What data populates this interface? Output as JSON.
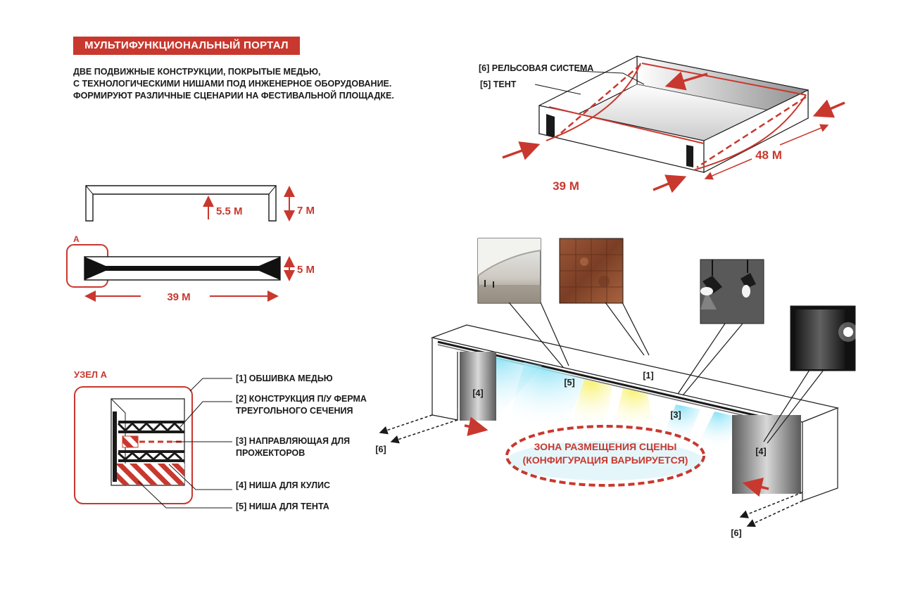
{
  "header": {
    "title": "МУЛЬТИФУНКЦИОНАЛЬНЫЙ ПОРТАЛ",
    "description": [
      "ДВЕ ПОДВИЖНЫЕ КОНСТРУКЦИИ, ПОКРЫТЫЕ МЕДЬЮ,",
      "С ТЕХНОЛОГИЧЕСКИМИ НИШАМИ ПОД ИНЖЕНЕРНОЕ ОБОРУДОВАНИЕ.",
      "ФОРМИРУЮТ РАЗЛИЧНЫЕ СЦЕНАРИИ НА ФЕСТИВАЛЬНОЙ ПЛОЩАДКЕ."
    ]
  },
  "elevation": {
    "inner_height": "5.5 М",
    "outer_height": "7 М",
    "plan_depth": "5 М",
    "plan_width": "39 М",
    "node_marker": "А"
  },
  "node_detail": {
    "title": "УЗЕЛ А",
    "legend": [
      [
        "[1] ОБШИВКА МЕДЬЮ"
      ],
      [
        "[2] КОНСТРУКЦИЯ П/У ФЕРМА",
        "ТРЕУГОЛЬНОГО СЕЧЕНИЯ"
      ],
      [
        "[3] НАПРАВЛЯЮЩАЯ ДЛЯ",
        "ПРОЖЕКТОРОВ"
      ],
      [
        "[4] НИША ДЛЯ КУЛИС"
      ],
      [
        "[5] НИША ДЛЯ ТЕНТА"
      ]
    ]
  },
  "axonometry": {
    "rail_label": "[6] РЕЛЬСОВАЯ СИСТЕМА",
    "tent_label": "[5] ТЕНТ",
    "length": "48 М",
    "width": "39 М"
  },
  "perspective": {
    "callouts": [
      "[1]",
      "[3]",
      "[4]",
      "[4]",
      "[5]",
      "[6]",
      "[6]"
    ],
    "stage_zone": [
      "ЗОНА РАЗМЕЩЕНИЯ СЦЕНЫ",
      "(КОНФИГУРАЦИЯ ВАРЬИРУЕТСЯ)"
    ]
  },
  "colors": {
    "accent": "#c8382e",
    "ink": "#1a1a1a",
    "copper": "#8a4a2e",
    "light_blue": "#8fe3f5",
    "light_yellow": "#f6f06a"
  }
}
